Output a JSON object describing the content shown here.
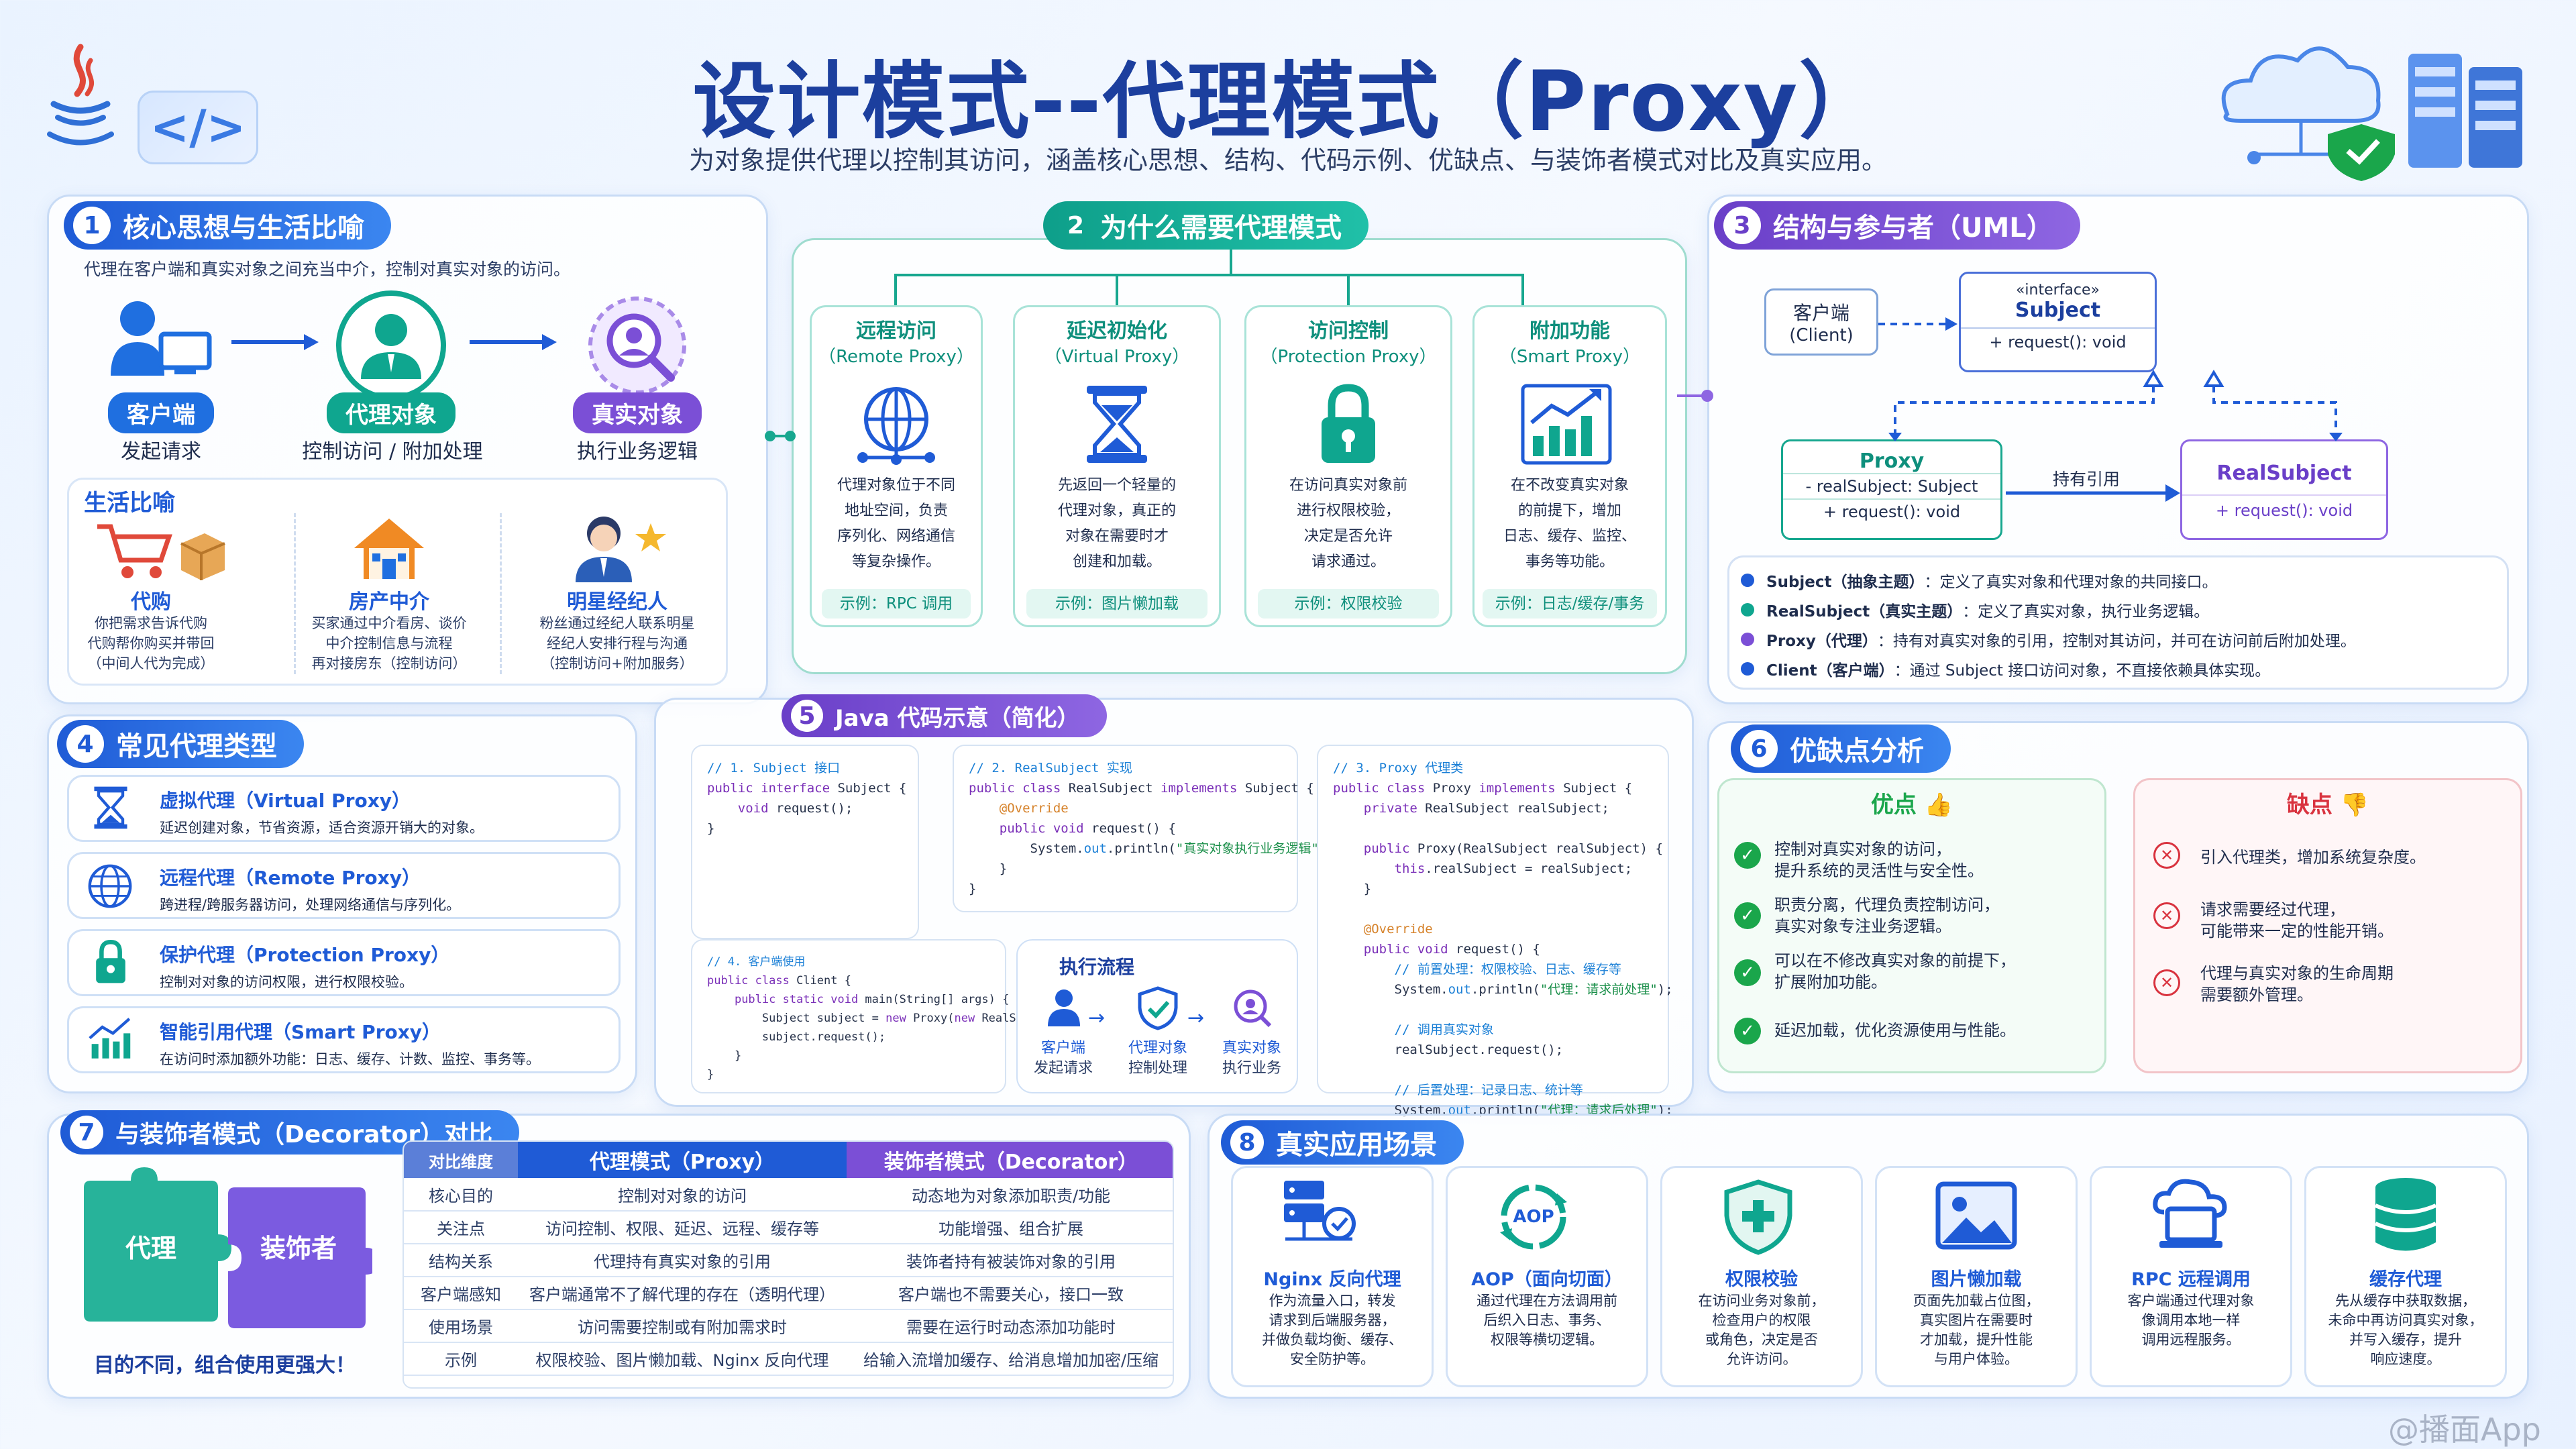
{
  "header": {
    "title": "设计模式--代理模式（Proxy）",
    "subtitle": "为对象提供代理以控制其访问，涵盖核心思想、结构、代码示例、优缺点、与装饰者模式对比及真实应用。",
    "code_icon_text": "</>"
  },
  "s1": {
    "num": "1",
    "title": "核心思想与生活比喻",
    "desc": "代理在客户端和真实对象之间充当中介，控制对真实对象的访问。",
    "roles": [
      {
        "label": "客户端",
        "desc": "发起请求"
      },
      {
        "label": "代理对象",
        "desc": "控制访问 / 附加处理"
      },
      {
        "label": "真实对象",
        "desc": "执行业务逻辑"
      }
    ],
    "life_title": "生活比喻",
    "life": [
      {
        "name": "代购",
        "l1": "你把需求告诉代购",
        "l2": "代购帮你购买并带回",
        "l3": "（中间人代为完成）"
      },
      {
        "name": "房产中介",
        "l1": "买家通过中介看房、谈价",
        "l2": "中介控制信息与流程",
        "l3": "再对接房东（控制访问）"
      },
      {
        "name": "明星经纪人",
        "l1": "粉丝通过经纪人联系明星",
        "l2": "经纪人安排行程与沟通",
        "l3": "（控制访问+附加服务）"
      }
    ]
  },
  "s2": {
    "num": "2",
    "title": "为什么需要代理模式",
    "cards": [
      {
        "t1": "远程访问",
        "t2": "（Remote Proxy）",
        "d": [
          "代理对象位于不同",
          "地址空间，负责",
          "序列化、网络通信",
          "等复杂操作。"
        ],
        "ex": "示例：RPC 调用"
      },
      {
        "t1": "延迟初始化",
        "t2": "（Virtual Proxy）",
        "d": [
          "先返回一个轻量的",
          "代理对象，真正的",
          "对象在需要时才",
          "创建和加载。"
        ],
        "ex": "示例：图片懒加载"
      },
      {
        "t1": "访问控制",
        "t2": "（Protection Proxy）",
        "d": [
          "在访问真实对象前",
          "进行权限校验，",
          "决定是否允许",
          "请求通过。"
        ],
        "ex": "示例：权限校验"
      },
      {
        "t1": "附加功能",
        "t2": "（Smart Proxy）",
        "d": [
          "在不改变真实对象",
          "的前提下，增加",
          "日志、缓存、监控、",
          "事务等功能。"
        ],
        "ex": "示例：日志/缓存/事务"
      }
    ]
  },
  "s3": {
    "num": "3",
    "title": "结构与参与者（UML）",
    "client_l1": "客户端",
    "client_l2": "(Client)",
    "subject_stereo": "«interface»",
    "subject_name": "Subject",
    "subject_method": "+ request(): void",
    "proxy_name": "Proxy",
    "proxy_field": "- realSubject: Subject",
    "proxy_method": "+ request(): void",
    "real_name": "RealSubject",
    "real_method": "+ request(): void",
    "assoc": "持有引用",
    "legend": [
      {
        "b": "Subject（抽象主题）",
        "t": "：定义了真实对象和代理对象的共同接口。"
      },
      {
        "b": "RealSubject（真实主题）",
        "t": "：定义了真实对象，执行业务逻辑。"
      },
      {
        "b": "Proxy（代理）",
        "t": "：持有对真实对象的引用，控制对其访问，并可在访问前后附加处理。"
      },
      {
        "b": "Client（客户端）",
        "t": "：通过 Subject 接口访问对象，不直接依赖具体实现。"
      }
    ]
  },
  "s4": {
    "num": "4",
    "title": "常见代理类型",
    "items": [
      {
        "t": "虚拟代理（Virtual Proxy）",
        "d": "延迟创建对象，节省资源，适合资源开销大的对象。"
      },
      {
        "t": "远程代理（Remote Proxy）",
        "d": "跨进程/跨服务器访问，处理网络通信与序列化。"
      },
      {
        "t": "保护代理（Protection Proxy）",
        "d": "控制对对象的访问权限，进行权限校验。"
      },
      {
        "t": "智能引用代理（Smart Proxy）",
        "d": "在访问时添加额外功能：日志、缓存、计数、监控、事务等。"
      }
    ]
  },
  "s5": {
    "num": "5",
    "title": "Java 代码示意（简化）",
    "flow_title": "执行流程",
    "flow": [
      {
        "a": "客户端",
        "b": "发起请求"
      },
      {
        "a": "代理对象",
        "b": "控制处理"
      },
      {
        "a": "真实对象",
        "b": "执行业务"
      }
    ]
  },
  "s6": {
    "num": "6",
    "title": "优缺点分析",
    "pros_title": "优点",
    "cons_title": "缺点",
    "pros": [
      [
        "控制对真实对象的访问，",
        "提升系统的灵活性与安全性。"
      ],
      [
        "职责分离，代理负责控制访问，",
        "真实对象专注业务逻辑。"
      ],
      [
        "可以在不修改真实对象的前提下，",
        "扩展附加功能。"
      ],
      [
        "延迟加载，优化资源使用与性能。"
      ]
    ],
    "cons": [
      [
        "引入代理类，增加系统复杂度。"
      ],
      [
        "请求需要经过代理，",
        "可能带来一定的性能开销。"
      ],
      [
        "代理与真实对象的生命周期",
        "需要额外管理。"
      ]
    ]
  },
  "s7": {
    "num": "7",
    "title": "与装饰者模式（Decorator）对比",
    "puzzle_a": "代理",
    "puzzle_b": "装饰者",
    "caption": "目的不同，组合使用更强大！",
    "head": [
      "对比维度",
      "代理模式（Proxy）",
      "装饰者模式（Decorator）"
    ],
    "rows": [
      [
        "核心目的",
        "控制对对象的访问",
        "动态地为对象添加职责/功能"
      ],
      [
        "关注点",
        "访问控制、权限、延迟、远程、缓存等",
        "功能增强、组合扩展"
      ],
      [
        "结构关系",
        "代理持有真实对象的引用",
        "装饰者持有被装饰对象的引用"
      ],
      [
        "客户端感知",
        "客户端通常不了解代理的存在（透明代理）",
        "客户端也不需要关心，接口一致"
      ],
      [
        "使用场景",
        "访问需要控制或有附加需求时",
        "需要在运行时动态添加功能时"
      ],
      [
        "示例",
        "权限校验、图片懒加载、Nginx 反向代理",
        "给输入流增加缓存、给消息增加加密/压缩"
      ]
    ]
  },
  "s8": {
    "num": "8",
    "title": "真实应用场景",
    "items": [
      {
        "t": "Nginx 反向代理",
        "d": [
          "作为流量入口，转发",
          "请求到后端服务器，",
          "并做负载均衡、缓存、",
          "安全防护等。"
        ]
      },
      {
        "t": "AOP（面向切面）",
        "d": [
          "通过代理在方法调用前",
          "后织入日志、事务、",
          "权限等横切逻辑。"
        ]
      },
      {
        "t": "权限校验",
        "d": [
          "在访问业务对象前，",
          "检查用户的权限",
          "或角色，决定是否",
          "允许访问。"
        ]
      },
      {
        "t": "图片懒加载",
        "d": [
          "页面先加载占位图，",
          "真实图片在需要时",
          "才加载，提升性能",
          "与用户体验。"
        ]
      },
      {
        "t": "RPC 远程调用",
        "d": [
          "客户端通过代理对象",
          "像调用本地一样",
          "调用远程服务。"
        ]
      },
      {
        "t": "缓存代理",
        "d": [
          "先从缓存中获取数据，",
          "未命中再访问真实对象，",
          "并写入缓存，提升",
          "响应速度。"
        ]
      }
    ],
    "aop_icon_text": "AOP"
  },
  "watermark": "@播面App",
  "colors": {
    "blue": "#1f5bd6",
    "teal": "#0fa68f",
    "green": "#1aa64b",
    "red": "#d9333f",
    "orange": "#f08a24",
    "purple": "#7b4fd6"
  }
}
